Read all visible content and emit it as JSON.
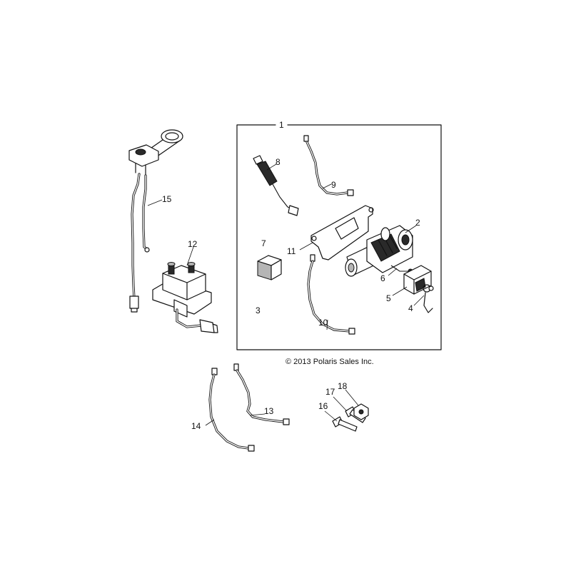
{
  "copyright": "© 2013 Polaris Sales Inc.",
  "callouts": {
    "c1": "1",
    "c2": "2",
    "c3": "3",
    "c4": "4",
    "c5": "5",
    "c6": "6",
    "c7": "7",
    "c8": "8",
    "c9": "9",
    "c10": "10",
    "c11": "11",
    "c12": "12",
    "c13": "13",
    "c14": "14",
    "c15": "15",
    "c16": "16",
    "c17": "17",
    "c18": "18"
  }
}
